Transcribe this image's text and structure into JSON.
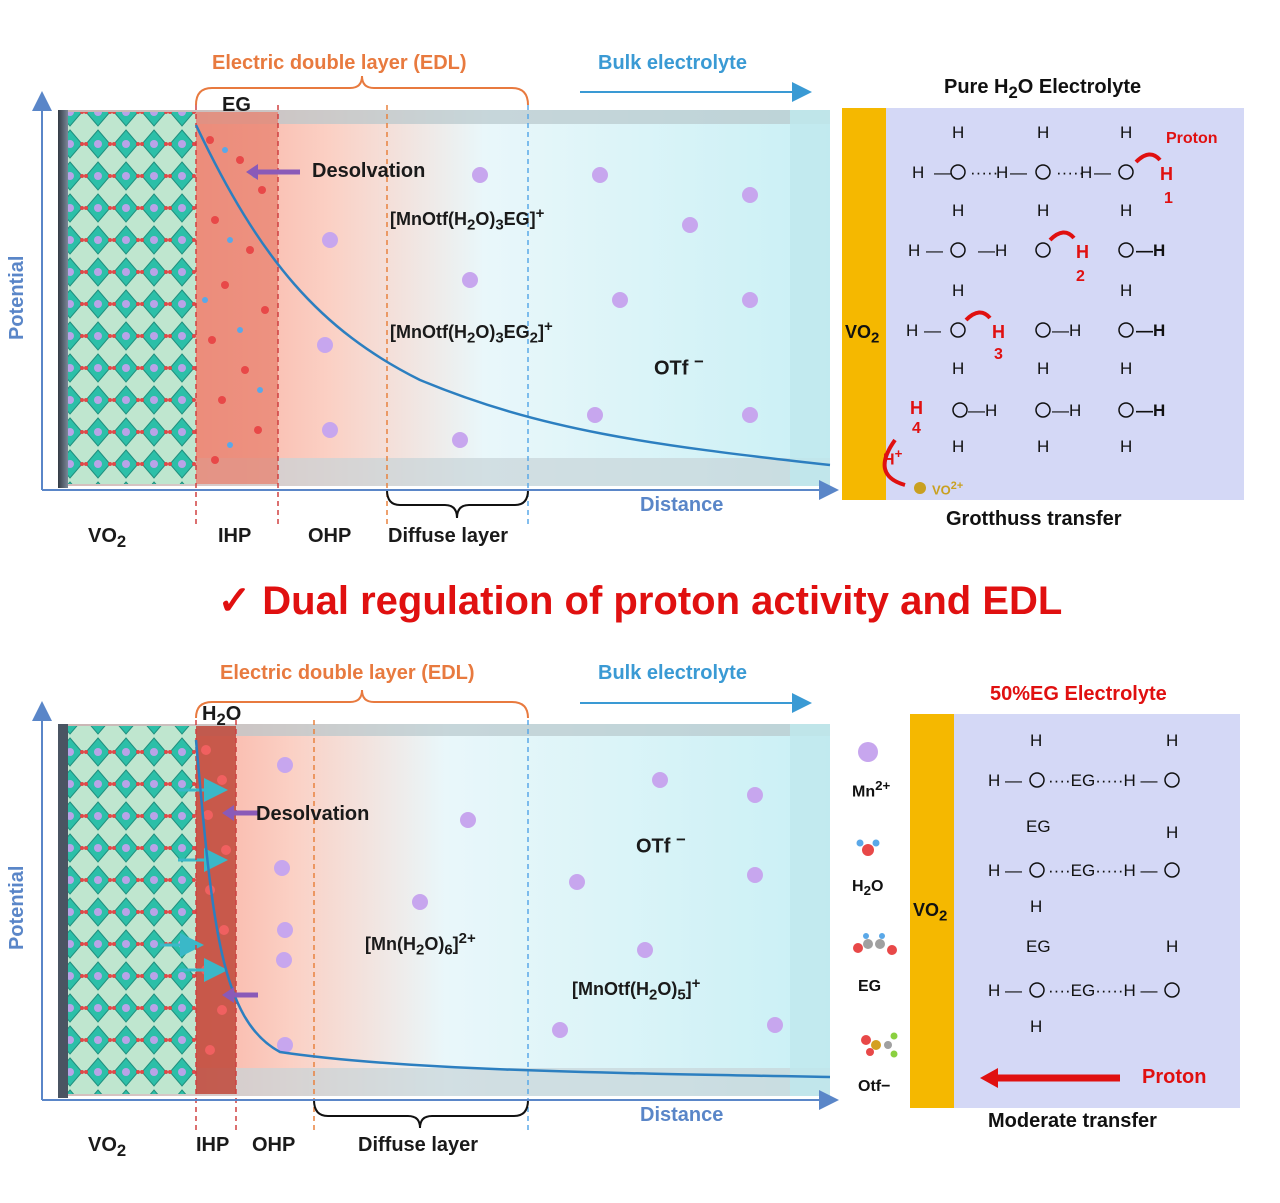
{
  "top": {
    "edl_label": "Electric double layer (EDL)",
    "bulk_label": "Bulk electrolyte",
    "y_axis": "Potential",
    "x_axis": "Distance",
    "inner_label": "EG",
    "desolvation": "Desolvation",
    "complex1": "[MnOtf(H2O)3EG]+",
    "complex2": "[MnOtf(H2O)3EG2]+",
    "anion": "OTf",
    "regions": [
      "VO2",
      "IHP",
      "OHP",
      "Diffuse layer"
    ],
    "panel": {
      "title": "Pure H2O Electrolyte",
      "electrode": "VO2",
      "proton_label": "Proton",
      "steps": [
        "1",
        "2",
        "3",
        "4"
      ],
      "hplus": "H+",
      "vo2plus": "VO2+",
      "caption": "Grotthuss transfer"
    }
  },
  "banner": "✓  Dual regulation of proton activity and EDL",
  "bottom": {
    "edl_label": "Electric double layer (EDL)",
    "bulk_label": "Bulk electrolyte",
    "y_axis": "Potential",
    "x_axis": "Distance",
    "inner_label": "H2O",
    "desolvation": "Desolvation",
    "complex1": "[Mn(H2O)6]2+",
    "complex2": "[MnOtf(H2O)5]+",
    "anion": "OTf",
    "regions": [
      "VO2",
      "IHP",
      "OHP",
      "Diffuse layer"
    ],
    "legend": [
      "Mn2+",
      "H2O",
      "EG",
      "Otf−"
    ],
    "panel": {
      "title": "50%EG Electrolyte",
      "electrode": "VO2",
      "proton_label": "Proton",
      "caption": "Moderate transfer"
    }
  },
  "colors": {
    "accent_red": "#e01010",
    "edl_orange": "#e87a3f",
    "bulk_blue": "#3a9ad4",
    "axis_blue": "#5a86c8",
    "electrode_gold": "#f5b800",
    "panel_lavender": "#d4d8f6"
  }
}
